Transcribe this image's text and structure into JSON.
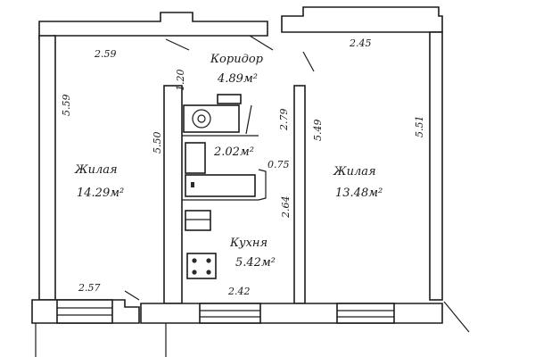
{
  "rooms": {
    "living_left": {
      "name": "Жилая",
      "area": "14.29м²"
    },
    "corridor": {
      "name": "Коридор",
      "area": "4.89м²"
    },
    "bathroom": {
      "area": "2.02м²"
    },
    "living_right": {
      "name": "Жилая",
      "area": "13.48м²"
    },
    "kitchen": {
      "name": "Кухня",
      "area": "5.42м²"
    }
  },
  "dimensions": {
    "left_top_width": "2.59",
    "left_bottom_width": "2.57",
    "left_outer_height": "5.59",
    "left_inner_height": "5.50",
    "corridor_small": "1.20",
    "right_top_width": "2.45",
    "right_inner_height": "5.49",
    "right_outer_height": "5.51",
    "bath_height": "2.79",
    "bath_door": "0.75",
    "kitchen_height": "2.64",
    "kitchen_width": "2.42"
  },
  "colors": {
    "ink": "#1c1c1c",
    "paper": "#ffffff"
  }
}
